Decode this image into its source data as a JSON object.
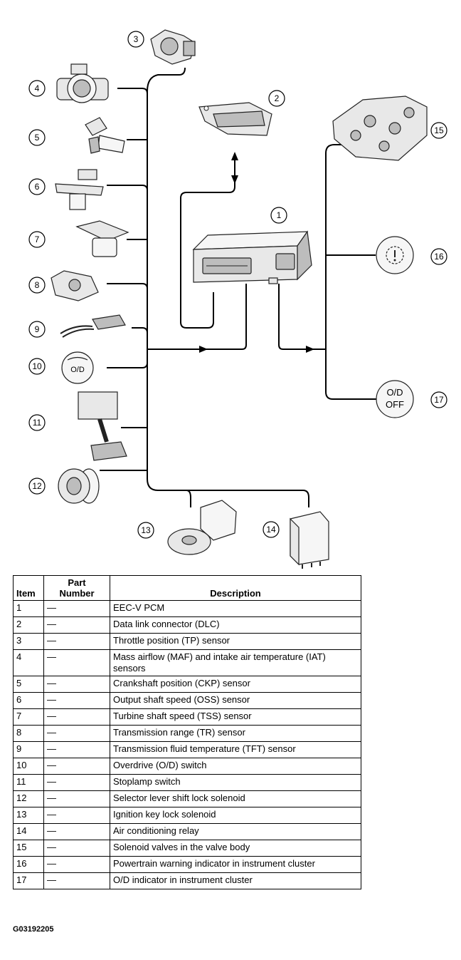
{
  "callouts": {
    "c1": "1",
    "c2": "2",
    "c3": "3",
    "c4": "4",
    "c5": "5",
    "c6": "6",
    "c7": "7",
    "c8": "8",
    "c9": "9",
    "c10": "10",
    "c11": "11",
    "c12": "12",
    "c13": "13",
    "c14": "14",
    "c15": "15",
    "c16": "16",
    "c17": "17"
  },
  "indicators": {
    "od_switch": "O/D",
    "od_off_top": "O/D",
    "od_off_bottom": "OFF"
  },
  "table": {
    "header": {
      "item": "Item",
      "part_line1": "Part",
      "part_line2": "Number",
      "description": "Description"
    },
    "rows": [
      {
        "item": "1",
        "part": "—",
        "desc": "EEC-V PCM"
      },
      {
        "item": "2",
        "part": "—",
        "desc": "Data link connector (DLC)"
      },
      {
        "item": "3",
        "part": "—",
        "desc": "Throttle position (TP) sensor"
      },
      {
        "item": "4",
        "part": "—",
        "desc": "Mass airflow (MAF) and intake air temperature (IAT) sensors"
      },
      {
        "item": "5",
        "part": "—",
        "desc": "Crankshaft position (CKP) sensor"
      },
      {
        "item": "6",
        "part": "—",
        "desc": "Output shaft speed (OSS) sensor"
      },
      {
        "item": "7",
        "part": "—",
        "desc": "Turbine shaft speed (TSS) sensor"
      },
      {
        "item": "8",
        "part": "—",
        "desc": "Transmission range (TR) sensor"
      },
      {
        "item": "9",
        "part": "—",
        "desc": "Transmission fluid temperature (TFT) sensor"
      },
      {
        "item": "10",
        "part": "—",
        "desc": "Overdrive (O/D) switch"
      },
      {
        "item": "11",
        "part": "—",
        "desc": "Stoplamp switch"
      },
      {
        "item": "12",
        "part": "—",
        "desc": "Selector lever shift lock solenoid"
      },
      {
        "item": "13",
        "part": "—",
        "desc": "Ignition key lock solenoid"
      },
      {
        "item": "14",
        "part": "—",
        "desc": "Air conditioning relay"
      },
      {
        "item": "15",
        "part": "—",
        "desc": "Solenoid valves in the valve body"
      },
      {
        "item": "16",
        "part": "—",
        "desc": "Powertrain warning indicator in instrument cluster"
      },
      {
        "item": "17",
        "part": "—",
        "desc": "O/D indicator in instrument cluster"
      }
    ]
  },
  "figure_id": "G03192205"
}
